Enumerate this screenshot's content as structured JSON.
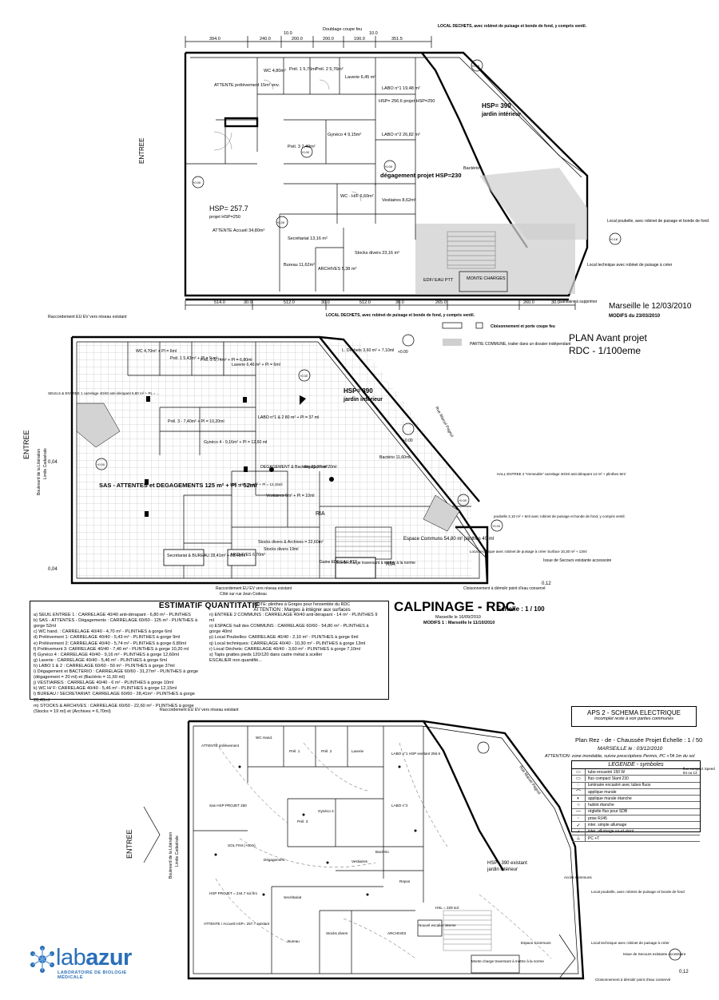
{
  "plan1": {
    "dims_top": [
      "394.0",
      "10.0",
      "240.0",
      "200.0",
      "200.0",
      "190.0",
      "10.0",
      "351.5"
    ],
    "doublage": "Doublage coupe feu",
    "dechets_note": "LOCAL DECHETS, avec robinet de puisage et bonde de fond, y compris ventil.",
    "rooms": [
      {
        "id": "attente_prel",
        "text": "ATTENTE prélèvement 15m² env."
      },
      {
        "id": "wc",
        "text": "WC 4,80m²"
      },
      {
        "id": "prel1",
        "text": "Prél. 1 5,76m²"
      },
      {
        "id": "prel2",
        "text": "Prél. 2 5,76m²"
      },
      {
        "id": "laverie",
        "text": "Laverie 6,45 m²"
      },
      {
        "id": "labo1",
        "text": "LABO n°1 19,48 m²"
      },
      {
        "id": "hsp256",
        "text": "HSP= 256.6 projet HSP=250"
      },
      {
        "id": "labo2",
        "text": "LABO n°2 26,82 m²"
      },
      {
        "id": "gyneco",
        "text": "Gynéco 4 9,15m²"
      },
      {
        "id": "prel3",
        "text": "Prél. 3 7,40m²"
      },
      {
        "id": "degagement",
        "text": "dégagement projet HSP=230"
      },
      {
        "id": "bacterio",
        "text": "Bactério"
      },
      {
        "id": "wchp",
        "text": "WC - H/F 6,60m²"
      },
      {
        "id": "vestiaires",
        "text": "Vestiaires 8,62m²"
      },
      {
        "id": "secretariat",
        "text": "Secrétariat 13,16 m²"
      },
      {
        "id": "bureau",
        "text": "Bureau 11,62m²"
      },
      {
        "id": "archives",
        "text": "ARCHIVES 5,38 m²"
      },
      {
        "id": "stocks",
        "text": "Stocks divers 23,16 m²"
      },
      {
        "id": "monte",
        "text": "MONTE CHARGES"
      },
      {
        "id": "edf",
        "text": "EDF/ EAU PTT"
      }
    ],
    "hsp_big": "HSP= 257.7",
    "hsp_big_sub": "projet HSP=250",
    "attente_accueil": "ATTENTE Accueil 34,80m²",
    "hsp390": "HSP= 390",
    "jardin": "jardin intérieur",
    "entree": "ENTREE",
    "local_poubelle": "Local poubelle, avec robinet de puisage et bonde de fond",
    "local_technique": "Local technique avec robinet de puisage à créer",
    "dims_bottom": [
      "514.0",
      "30.0",
      "512.0",
      "30.0",
      "512.0",
      "30.0",
      "265.0",
      "260.0",
      "30.0"
    ],
    "sanitaire": "Sanitaire à supprimer",
    "date": "Marseille le 12/03/2010",
    "modif": "MODIFS du 23/03/2010",
    "level_marks": [
      "+0.00",
      "+0.00",
      "+0.00",
      "+0.00",
      "+0.18",
      "+0.18"
    ]
  },
  "plan2": {
    "raccordement_top": "Raccordement EU EV vers réseau existant",
    "dechets_note": "LOCAL DECHETS, avec robinet de puisage et bonde de fond, y compris ventil.",
    "legend1": "Cloisonnement et porte coupe feu",
    "legend2": "PARTIE COMMUNE, traiter dans un dossier indépendant",
    "title": "PLAN Avant projet",
    "title2": "RDC - 1/100eme",
    "rooms": [
      {
        "id": "wc",
        "text": "WC 4,70m² + Pl = 6ml"
      },
      {
        "id": "prel1",
        "text": "Prél. 1 5,43m² + Pl = 9 ml"
      },
      {
        "id": "prel2",
        "text": "Prél. 2 5,74m² + Pl = 6,80ml"
      },
      {
        "id": "laverie",
        "text": "Laverie 6,46 m² + Pl = 6ml"
      },
      {
        "id": "seuils",
        "text": "SEUILS & ENTREE 1 carrelage 40/40 anti-dérapant 6,80 m² + PL = ..."
      },
      {
        "id": "labo12",
        "text": "LABO n°1 & 2 80 m² + Pl = 37 ml"
      },
      {
        "id": "prel3",
        "text": "Prél. 3 - 7,40m² + Pl = 10,20ml"
      },
      {
        "id": "gyneco",
        "text": "Gynéco 4 - 9,16m² + Pl = 12,60 ml"
      },
      {
        "id": "local_dechets",
        "text": "L. Déchets 3,60 m² + 7,10ml"
      },
      {
        "id": "bacterio",
        "text": "Bactério 11,60ml"
      },
      {
        "id": "degage_bact",
        "text": "DEGAGEMENT & Bactério 31,27 m²"
      },
      {
        "id": "degage20",
        "text": "dégagement 20ml"
      },
      {
        "id": "sas",
        "text": "SAS - ATTENTES et DEGAGEMENTS 125 m² + Pl = 52ml"
      },
      {
        "id": "wchf",
        "text": "W/C - H/F : 6,4m² + Pl = 12,15ml"
      },
      {
        "id": "vestiaires",
        "text": "Vestiaires 6m² + Pl = 10ml"
      },
      {
        "id": "stocks",
        "text": "Stocks divers & Archives = 22,60m²"
      },
      {
        "id": "stocks19",
        "text": "Stocks divers 19ml"
      },
      {
        "id": "secretariat",
        "text": "Secrétariat & BUREAU 28,41m² + 28,40ml"
      },
      {
        "id": "archives",
        "text": "ARCHIVES 6,70m²"
      },
      {
        "id": "espace",
        "text": "Espace Communs 54,80 m² plinthes 40 ml"
      },
      {
        "id": "hall2",
        "text": "HALL ENTREE 2 \"Immeuble\" carrelage 40/40 anti-dérapant 14 m² + plinthes 9ml"
      },
      {
        "id": "poubelle",
        "text": "poubelle 2,10 m² + 6ml avec robinet de puisage et bonde de fond, y compris ventil."
      },
      {
        "id": "local_tech",
        "text": "Local technique avec robinet de puisage à créer Surface 10,30 m² + 13ml"
      },
      {
        "id": "monte",
        "text": "Monte charge traversant à mettre à la norme"
      },
      {
        "id": "edf",
        "text": "Gaine EDF EAU PTT"
      },
      {
        "id": "ria",
        "text": "RIA"
      },
      {
        "id": "ria2",
        "text": "RIA"
      }
    ],
    "hsp390": "HSP= 390",
    "jardin": "jardin intérieur",
    "rue": "Rue Marcel Pagnol",
    "bd": "Boulevard de la Libération",
    "limite": "Limite Cadastrale",
    "entree": "ENTREE",
    "levels": [
      "+0.00",
      "+0.00",
      "+0.00",
      "+0.00",
      "+0.00",
      "+0.00"
    ],
    "level_values": [
      "0,04",
      "0,04",
      "0,12"
    ],
    "secours": "Issue de Secours existante accessoire",
    "raccordement_bot": "Raccordement EU EV vers réseau existant",
    "cote_rue": "Côté sur rue Jean Codeau",
    "cloisonnement": "Cloisonnement à démolir point d'eau conservé",
    "calpinage": "CALPINAGE - RDC",
    "echelle": "Échelle : 1 / 100",
    "date": "Marseille le 16/09/2010",
    "modif": "MODIFS 1 : Marseille le 11/10/2010"
  },
  "estimatif": {
    "title": "ESTIMATIF QUANTITATIF",
    "note1": "NOTE: plinthes à Gorges pour l'ensemble du RDC",
    "note2": "ATTENTION : Marges à intégrer aux surfaces",
    "left": [
      "a) SEUIL ENTREE 1 : CARRELAGE 40/40 anti-dérapant - 6,80 m² - PLINTHES",
      "b) SAS - ATTENTES - Dégagements : CARRELAGE 60/60 - 125 m² - PLINTHES à gorge 52ml",
      "c) WC hand. : CARRELAGE 40/40 - 4,70 m² - PLINTHES à gorge 6ml",
      "d) Prélèvement 1: CARRELAGE 40/40 - 5,43 m² - PLINTHES à gorge 9ml",
      "e) Prélèvement 2: CARRELAGE 40/40 - 5,74 m² - PLINTHES à gorge 6,80ml",
      "f) Prélèvement 3: CARRELAGE 40/40 - 7,40 m² - PLINTHES à gorge 10,20 ml",
      "f) Gynéco 4 : CARRELAGE 40/40 - 9,16 m² - PLINTHES à gorge 12,60ml",
      "g) Laverie : CARRELAGE 40/40 - 5,46 m² - PLINTHES à gorge 6ml",
      "h) LABO 1 & 2 : CARRELAGE 60/60 - 50 m² - PLINTHES à gorge 37ml",
      "i) Dégagement et BACTERIO : CARRELAGE 60/60 - 31,27m² - PLINTHES à gorge",
      "(dégagement = 20 ml) et (Bactério = 11,60 ml)",
      "j) VESTIAIRES : CARRELAGE 40/40 - 6 m² - PLINTHES à gorge 10ml",
      "k) WC H/ F: CARRELAGE 40/40 - 5,46 m² - PLINTHES à gorge 12,15ml",
      "l) BUREAU / SECRETARIAT: CARRELAGE 60/60 - 28,41m² - PLINTHES à gorge 28,40ml",
      "m) STOCKS & ARCHIVES : CARRELAGE 60/60 - 22,60 m² - PLINTHES à gorge",
      "(Stocks = 19 ml) et (Archives = 6,70ml)"
    ],
    "right": [
      "n) ENTREE 2 COMMUNS : CARRELAGE 40/40 anti-dérapant - 14 m² - PLINTHES 9 ml",
      "o) ESPACE hall des COMMUNS : CARRELAGE 60/60 - 54,80 m² - PLINTHES à gorge 40ml",
      "p) Local Poubelles: CARRELAGE 40/40 - 2,10 m² - PLINTHES à gorge 6ml",
      "q) Local techniques: CARRELAGE 40/40 - 10,30 m² - PLINTHES à gorge 13ml",
      "r) Local Déchets: CARRELAGE 40/40 - 3,60 m² - PLINTHES à gorge 7,10ml",
      "s) Tapis grattes pieds 120/120 dans cadre métal à sceller",
      "ESCALIER non quantifié..."
    ]
  },
  "plan3": {
    "raccordement": "Raccordement EU EV vers réseau existant",
    "aps_title": "APS 2 - SCHEMA ELECTRIQUE",
    "aps_sub": "Incomplet reste à voir parties communes",
    "plan_line": "Plan Rez - de - Chaussée   Projet Échelle : 1 / 50",
    "marseille": "MARSEILLE le : 03/12/2010",
    "attention": "ATTENTION: zone inondable, suivre prescriptions Permis, PC +TA 1m du sol",
    "legend_title": "LEGENDE - symboles",
    "legend_rows": [
      {
        "sym": "▭",
        "text": "tube encastré 150 W"
      },
      {
        "sym": "▭",
        "text": "fluo compact Slant 230"
      },
      {
        "sym": "◌",
        "text": "luminaire encastré avec tubes fluos"
      },
      {
        "sym": "⌒",
        "text": "applique murale"
      },
      {
        "sym": "◐",
        "text": "applique murale étanche"
      },
      {
        "sym": "○",
        "text": "hublot étanche"
      },
      {
        "sym": "—",
        "text": "réglette fluo pour SDB"
      },
      {
        "sym": "◦",
        "text": "prise RJ45"
      },
      {
        "sym": "✓",
        "text": "inter. simple allumage"
      },
      {
        "sym": "✓",
        "text": "inter. allumage va-et-vient"
      },
      {
        "sym": "⊥",
        "text": "PC +T"
      }
    ],
    "legend_side": "fluo compact Speed 84 ou 13",
    "rooms": [
      {
        "id": "attente",
        "text": "ATTENTE prélèvement"
      },
      {
        "id": "wc",
        "text": "WC Hand."
      },
      {
        "id": "prel1",
        "text": "Prél. 1"
      },
      {
        "id": "prel2",
        "text": "Prél. 2"
      },
      {
        "id": "laverie",
        "text": "Laverie"
      },
      {
        "id": "labo1",
        "text": "LABO n°1 HSP existant 256.6"
      },
      {
        "id": "labo2",
        "text": "LABO n°2"
      },
      {
        "id": "gyneco",
        "text": "Gynéco 4"
      },
      {
        "id": "prel3",
        "text": "Prél. 3"
      },
      {
        "id": "hsp_sas",
        "text": "Sas HSP PROJET 250"
      },
      {
        "id": "degagement",
        "text": "Dégagement"
      },
      {
        "id": "sol",
        "text": "SOL FINI (+0cm)"
      },
      {
        "id": "vestiaires",
        "text": "Vestiaires"
      },
      {
        "id": "repos",
        "text": "Repos"
      },
      {
        "id": "bacterio",
        "text": "Bactério"
      },
      {
        "id": "secretariat",
        "text": "Secrétariat"
      },
      {
        "id": "hsp_projet",
        "text": "HSP PROJET = 244.7 sol fini"
      },
      {
        "id": "attente_acc",
        "text": "ATTENTE / Accueil HSP= 257.7 existant"
      },
      {
        "id": "bureau",
        "text": "Bureau"
      },
      {
        "id": "stocks",
        "text": "Stocks divers"
      },
      {
        "id": "archives",
        "text": "ARCHIVES"
      },
      {
        "id": "escalier",
        "text": "Nouvel escalier interne"
      },
      {
        "id": "monte",
        "text": "Monte charge traversant à mettre à la norme"
      },
      {
        "id": "espace",
        "text": "Espace Communs"
      },
      {
        "id": "acces",
        "text": "Accès Communs"
      }
    ],
    "hsp390": "HSP= 390 existant",
    "jardin": "jardin intérieur",
    "rue": "Rue Marcel Pagnol",
    "bd": "Boulevard de la Libération",
    "limite": "Limite Cadastrale",
    "entree": "ENTREE",
    "local_poubelle": "Local poubelle, avec robinet de puisage et bonde de fond",
    "local_tech": "Local technique avec robinet de puisage à créer",
    "secours": "Issue de Secours existante accessoire",
    "cloisonnement": "Cloisonnement à démolir point d'eau conservé",
    "hsl": "HSL = 228 sol.",
    "level": "0,12"
  },
  "logo": {
    "word_light": "lab",
    "word_bold": "azur",
    "tagline": "LABORATOIRE DE BIOLOGIE MÉDICALE",
    "color": "#2a6fb8"
  }
}
